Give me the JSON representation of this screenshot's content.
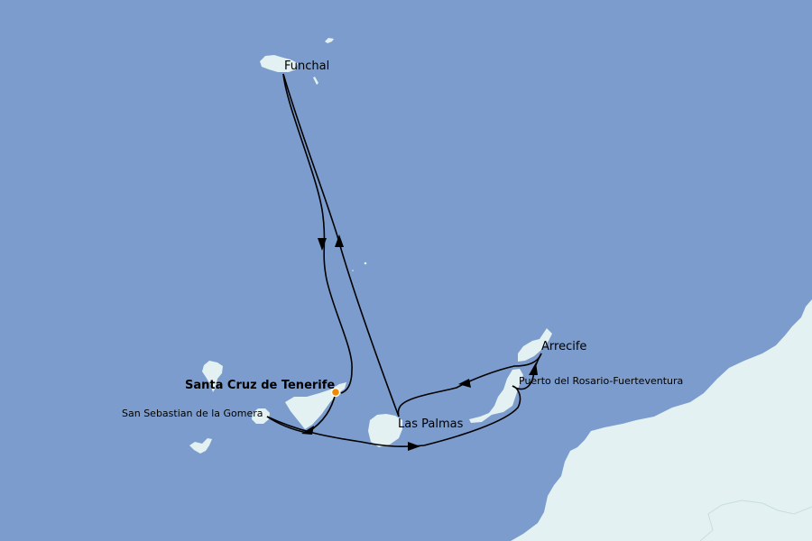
{
  "map": {
    "colors": {
      "sea": "#7b9ccc",
      "land": "#e3f1f2",
      "route": "#000000",
      "start_marker": "#f08a00"
    },
    "ports": [
      {
        "id": "funchal",
        "label": "Funchal"
      },
      {
        "id": "arrecife",
        "label": "Arrecife"
      },
      {
        "id": "puerto-del-rosario",
        "label": "Puerto del Rosario-Fuerteventura"
      },
      {
        "id": "santa-cruz",
        "label": "Santa Cruz de Tenerife",
        "start": true
      },
      {
        "id": "san-sebastian",
        "label": "San Sebastian de la Gomera"
      },
      {
        "id": "las-palmas",
        "label": "Las Palmas"
      }
    ],
    "itinerary": [
      "Santa Cruz de Tenerife",
      "San Sebastian de la Gomera",
      "Puerto del Rosario-Fuerteventura",
      "Arrecife",
      "Las Palmas",
      "Funchal",
      "Santa Cruz de Tenerife"
    ]
  }
}
